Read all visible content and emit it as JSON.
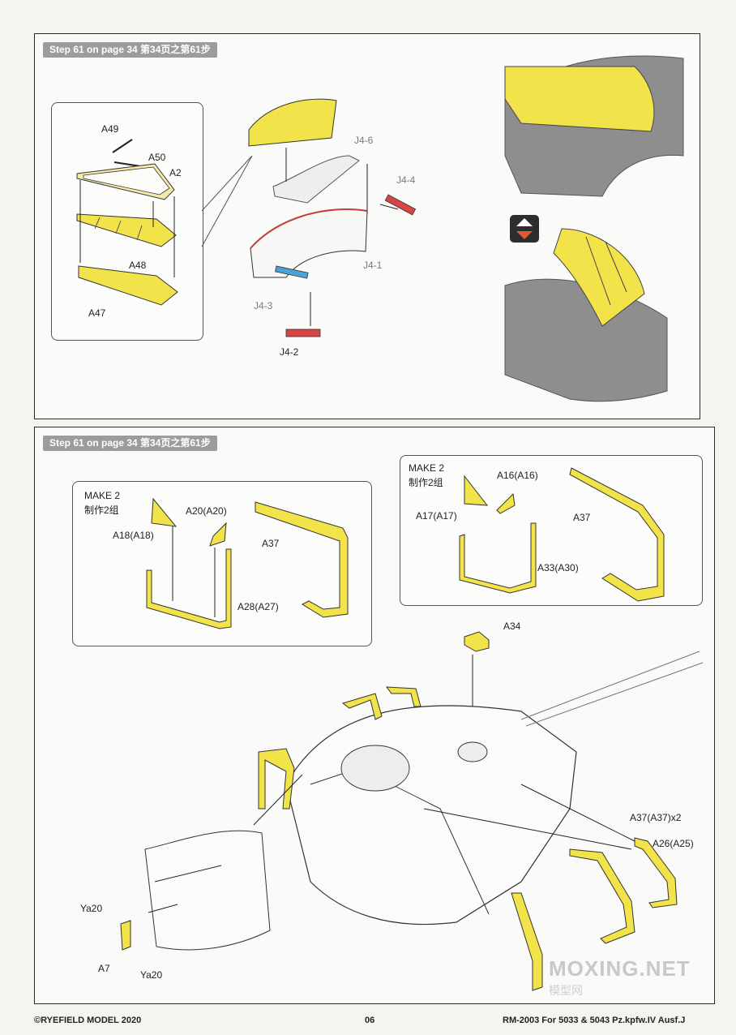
{
  "panels": [
    {
      "step_label": "Step 61 on page 34 第34页之第61步"
    },
    {
      "step_label": "Step 61 on page 34 第34页之第61步"
    }
  ],
  "top": {
    "parts": [
      "A49",
      "A50",
      "A2",
      "A48",
      "A47",
      "J4-6",
      "J4-4",
      "J4-1",
      "J4-3",
      "J4-2"
    ]
  },
  "bottom": {
    "left_box": {
      "make": "MAKE 2",
      "make_cn": "制作2组",
      "parts": [
        "A20(A20)",
        "A18(A18)",
        "A37",
        "A28(A27)"
      ]
    },
    "right_box": {
      "make": "MAKE 2",
      "make_cn": "制作2组",
      "parts": [
        "A16(A16)",
        "A17(A17)",
        "A37",
        "A33(A30)"
      ]
    },
    "main_parts": [
      "A34",
      "A37(A37)x2",
      "A26(A25)",
      "Ya20",
      "A7",
      "Ya20"
    ]
  },
  "watermark": {
    "main": "MOXING.NET",
    "sub": "模型网"
  },
  "footer": {
    "left": "©RYEFIELD MODEL 2020",
    "page": "06",
    "right": "RM-2003 For 5033 & 5043 Pz.kpfw.IV Ausf.J"
  },
  "colors": {
    "part_yellow": "#f2e34a",
    "part_red": "#d84545",
    "part_blue": "#4aa3d8",
    "gray_model": "#8e8e8e"
  }
}
